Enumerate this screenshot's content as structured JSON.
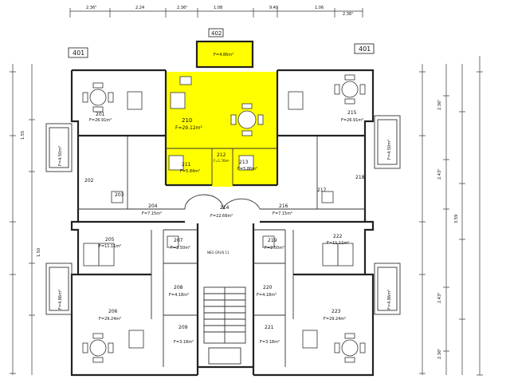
{
  "highlight_color": "#ffff00",
  "top_dimensions": [
    "2.36⁵",
    "2.24",
    "2.36⁵",
    "1.08",
    "9.49",
    "1.06",
    "2.36⁵"
  ],
  "axis_tags": [
    "401",
    "402",
    "401"
  ],
  "rooms": [
    {
      "id": "r201",
      "number": "201",
      "area": "F=26.91m²"
    },
    {
      "id": "r202",
      "number": "202",
      "area": ""
    },
    {
      "id": "r203",
      "number": "203",
      "area": ""
    },
    {
      "id": "r204",
      "number": "204",
      "area": "F=7.15m²"
    },
    {
      "id": "r205",
      "number": "205",
      "area": "F=11.11m²"
    },
    {
      "id": "r206",
      "number": "206",
      "area": "F=29.24m²"
    },
    {
      "id": "r207",
      "number": "207",
      "area": "F=2.50m²"
    },
    {
      "id": "r208",
      "number": "208",
      "area": "F=4.18m²"
    },
    {
      "id": "r209",
      "number": "209",
      "area": "F=3.18m²"
    },
    {
      "id": "r210",
      "number": "210",
      "area": "F=29.12m²"
    },
    {
      "id": "r211",
      "number": "211",
      "area": "F=5.84m²"
    },
    {
      "id": "r212",
      "number": "212",
      "area": "F=1.76m²"
    },
    {
      "id": "r213",
      "number": "213",
      "area": "F=5.86m²"
    },
    {
      "id": "r214",
      "number": "214",
      "area": "F=22.66m²"
    },
    {
      "id": "r215",
      "number": "215",
      "area": "F=26.91m²"
    },
    {
      "id": "r216",
      "number": "216",
      "area": "F=7.15m²"
    },
    {
      "id": "r217",
      "number": "217",
      "area": ""
    },
    {
      "id": "r218",
      "number": "218",
      "area": ""
    },
    {
      "id": "r219",
      "number": "219",
      "area": "F=2.50m²"
    },
    {
      "id": "r220",
      "number": "220",
      "area": "F=4.18m²"
    },
    {
      "id": "r221",
      "number": "221",
      "area": "F=3.18m²"
    },
    {
      "id": "r222",
      "number": "222",
      "area": "F=11.11m²"
    },
    {
      "id": "r223",
      "number": "223",
      "area": "F=29.24m²"
    }
  ],
  "balconies": [
    {
      "id": "b-top",
      "area": "F=4.86m²"
    },
    {
      "id": "b-left1",
      "area": "F=4.50m²"
    },
    {
      "id": "b-left2",
      "area": "F=4.86m²"
    },
    {
      "id": "b-right1",
      "area": "F=4.50m²"
    },
    {
      "id": "b-right2",
      "area": "F=4.86m²"
    }
  ],
  "stair_label": "NEG GRUS 11",
  "left_dimensions": [
    "1.55",
    "1.50"
  ],
  "right_dimensions": [
    "2.36⁵",
    "2.43⁵",
    "3.59",
    "2.43⁵",
    "2.36⁵"
  ]
}
